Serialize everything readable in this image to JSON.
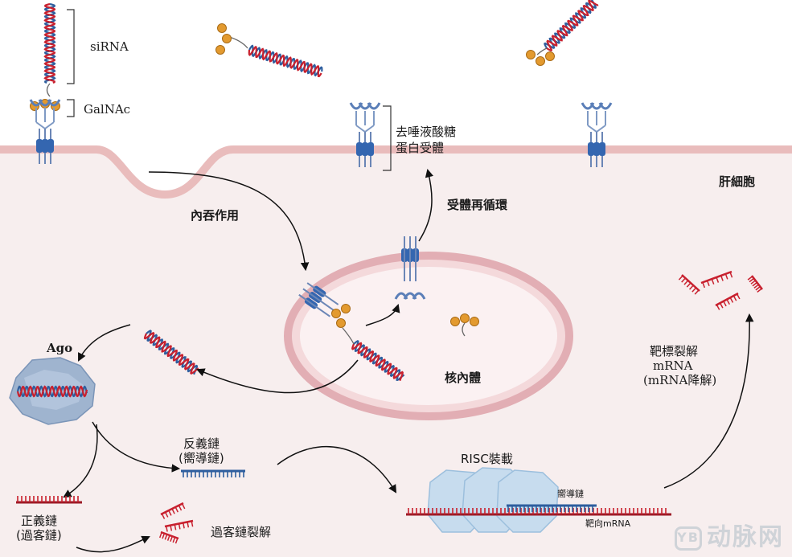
{
  "labels": {
    "sirna": "siRNA",
    "galnac": "GalNAc",
    "receptor_line1": "去唾液酸糖",
    "receptor_line2": "蛋白受體",
    "hepatocyte": "肝細胞",
    "endocytosis": "內吞作用",
    "receptor_recycling": "受體再循環",
    "endosome": "核內體",
    "ago": "Ago",
    "antisense_line1": "反義鏈",
    "antisense_line2": "(嚮導鏈)",
    "sense_line1": "正義鏈",
    "sense_line2": "(過客鏈)",
    "passenger_degradation": "過客鏈裂解",
    "risc_loading": "RISC裝載",
    "guide_strand": "嚮導鏈",
    "target_mrna_small": "靶向mRNA",
    "target_cleavage_line1": "靶標裂解",
    "target_cleavage_line2": "mRNA",
    "target_cleavage_line3": "(mRNA降解)"
  },
  "watermark": {
    "icon_text": "YB",
    "text": "动脉网"
  },
  "colors": {
    "cell_fill": "#f7eeee",
    "membrane": "#e9bcbc",
    "endosome_ring": "#e6b9bd",
    "rna_red": "#c8202e",
    "rna_blue": "#2e5e9e",
    "galnac_orange": "#e39a2f",
    "receptor_blue": "#3466b0",
    "ago_blue": "#9fb4cf",
    "risc_blue": "#c7dcee"
  }
}
